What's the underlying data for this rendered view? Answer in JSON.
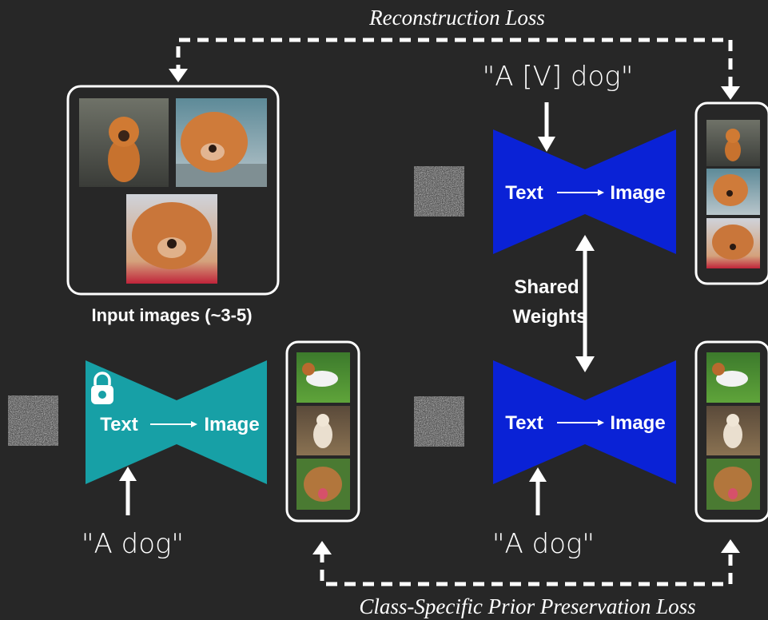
{
  "top_loss_label": "Reconstruction Loss",
  "bottom_loss_label": "Class-Specific Prior Preservation Loss",
  "input_images_label": "Input images (~3-5)",
  "prompt_top": "\"A [V] dog\"",
  "prompt_bottom_left": "\"A dog\"",
  "prompt_bottom_right": "\"A dog\"",
  "shared_weights_line1": "Shared",
  "shared_weights_line2": "Weights",
  "model_text_label": "Text",
  "model_image_label": "Image",
  "colors": {
    "background": "#272727",
    "frozen_model": "#17a0a6",
    "trainable_model": "#0a22d6",
    "arrow": "#ffffff"
  },
  "icons": {
    "frozen": "lock-icon"
  }
}
